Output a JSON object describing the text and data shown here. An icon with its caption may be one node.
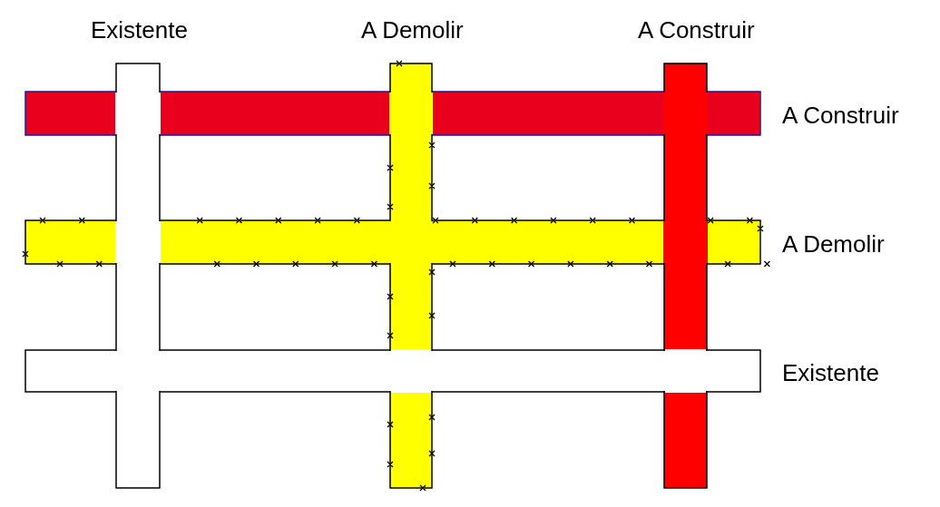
{
  "diagram": {
    "labels": [
      "Existente",
      "A Demolir",
      "A Construir",
      "A Construir",
      "A Demolir",
      "Existente"
    ]
  }
}
